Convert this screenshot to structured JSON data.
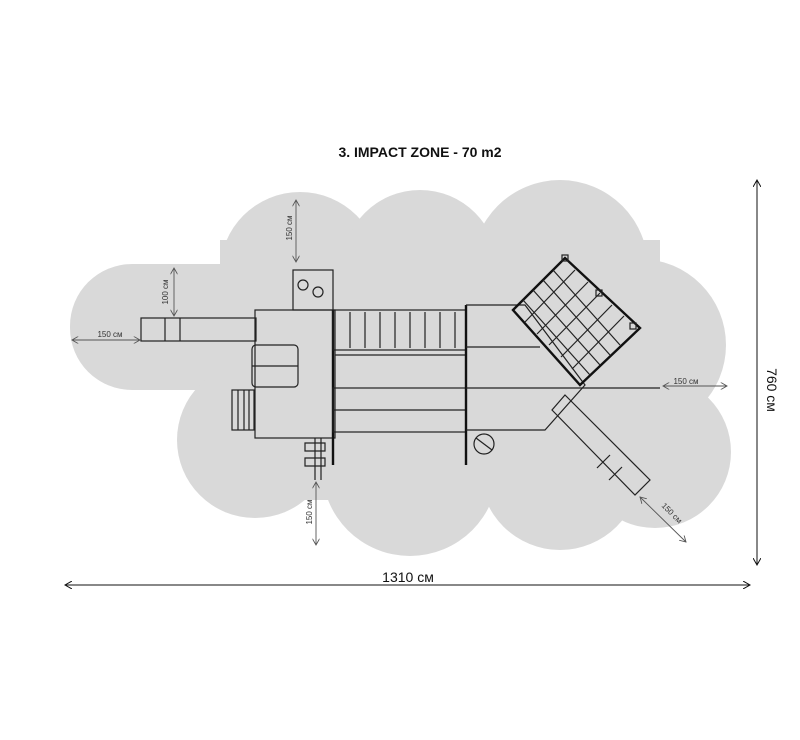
{
  "title": "3. IMPACT ZONE - 70 m2",
  "overall_dimensions": {
    "width_label": "1310 см",
    "depth_label": "760 см"
  },
  "clearance_labels": {
    "left": "150 см",
    "left_slide_side": "100 см",
    "top": "150 см",
    "bottom": "150 см",
    "right": "150 см",
    "bottom_right_diagonal": "150 см"
  },
  "colors": {
    "impact_zone": "#d9d9d9",
    "lines": "#222222"
  }
}
